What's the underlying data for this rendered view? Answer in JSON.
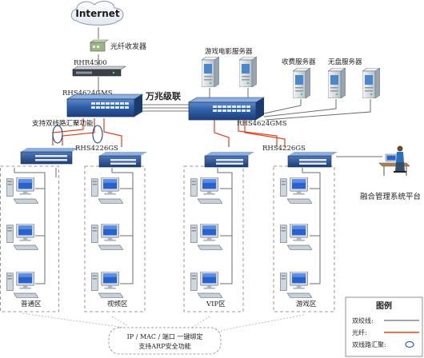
{
  "labels": {
    "internet": "Internet",
    "optical_transceiver": "光纤收发器",
    "router": "RHR4500",
    "core_switch_left": "RHS4624GMS",
    "core_switch_right": "RHS4624GMS",
    "gigabit_cascade": "万兆级联",
    "dual_link_note": "支持双线路汇聚功能",
    "access_switch_left": "RHS4226GS",
    "access_switch_right": "RHS4226GS",
    "game_movie_server": "游戏电影服务器",
    "billing_server": "收费服务器",
    "diskless_server": "无盘服务器",
    "mgmt_platform": "融合管理系统平台",
    "zone_normal": "普通区",
    "zone_video": "视频区",
    "zone_vip": "VIP区",
    "zone_game": "游戏区",
    "binding_line1": "IP / MAC / 端口 一键绑定",
    "binding_line2": "支持ARP安全功能",
    "legend_title": "图例",
    "legend_twisted": "双绞线:",
    "legend_fiber": "光纤:",
    "legend_aggregation": "双线路汇聚:"
  },
  "colors": {
    "cable_twisted": "#6e6e6e",
    "cable_fiber": "#e0401c",
    "accent_red": "#d01818",
    "accent_blue": "#1f3fa0",
    "switch_blue": "#2f5fa8",
    "server_grey": "#dfe3e8",
    "zone_border": "#9a9a9a"
  }
}
